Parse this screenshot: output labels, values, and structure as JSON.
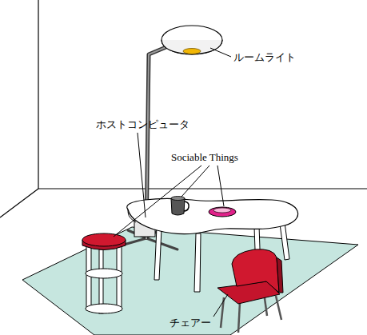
{
  "diagram": {
    "labels": [
      "ルームライト",
      "ホストコンピュータ",
      "Sociable Things",
      "チェアー"
    ]
  }
}
